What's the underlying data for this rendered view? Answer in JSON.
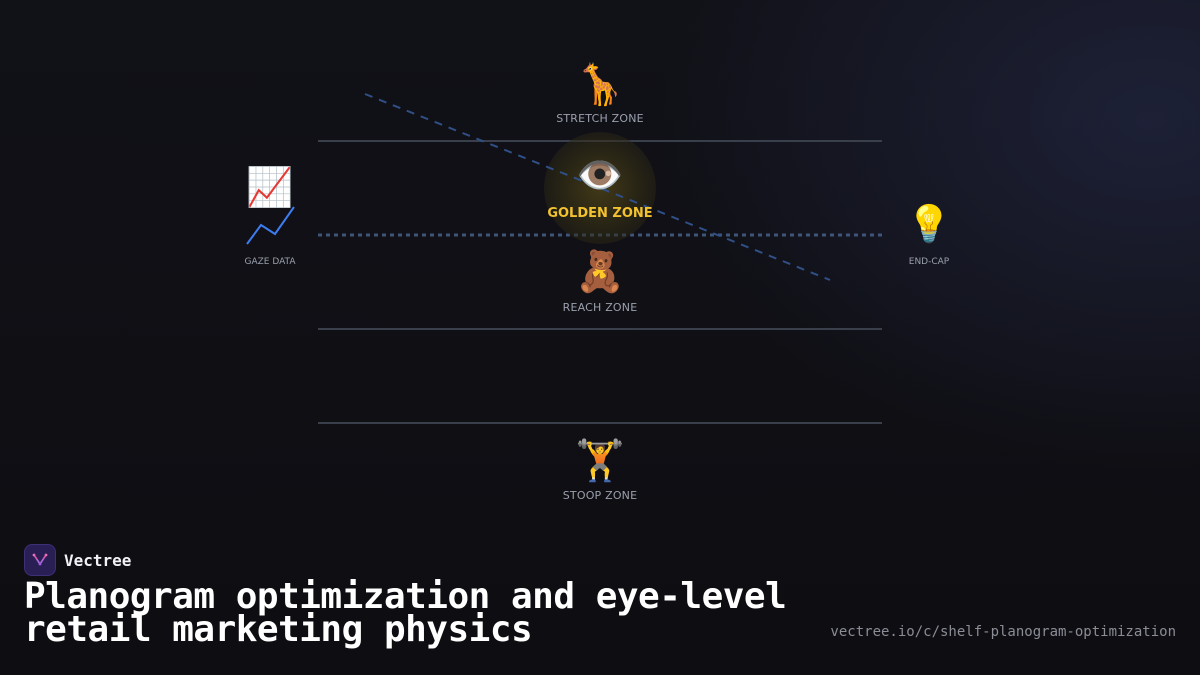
{
  "diagram": {
    "zones": {
      "stretch": {
        "label": "STRETCH ZONE",
        "icon": "🦒",
        "icon_name": "giraffe-icon"
      },
      "golden": {
        "label": "GOLDEN ZONE",
        "icon": "👁️",
        "icon_name": "eye-icon"
      },
      "reach": {
        "label": "REACH ZONE",
        "icon": "🧸",
        "icon_name": "teddy-bear-icon"
      },
      "stoop": {
        "label": "STOOP ZONE",
        "icon": "🏋️",
        "icon_name": "weightlifter-icon"
      }
    },
    "gaze": {
      "label": "GAZE DATA",
      "icon": "📈",
      "icon_name": "chart-increasing-icon"
    },
    "endcap": {
      "label": "END-CAP",
      "icon": "💡",
      "icon_name": "light-bulb-icon"
    },
    "colors": {
      "shelf_line": "#3a3f4c",
      "eye_level_line": "#3e5478",
      "gaze_path": "#2f4f86",
      "golden": "#f2c230",
      "trend_line": "#3d7df0"
    }
  },
  "brand": {
    "name": "Vectree",
    "logo_icon": "vectree-logo-icon"
  },
  "title": "Planogram optimization and eye-level retail marketing physics",
  "url": "vectree.io/c/shelf-planogram-optimization"
}
